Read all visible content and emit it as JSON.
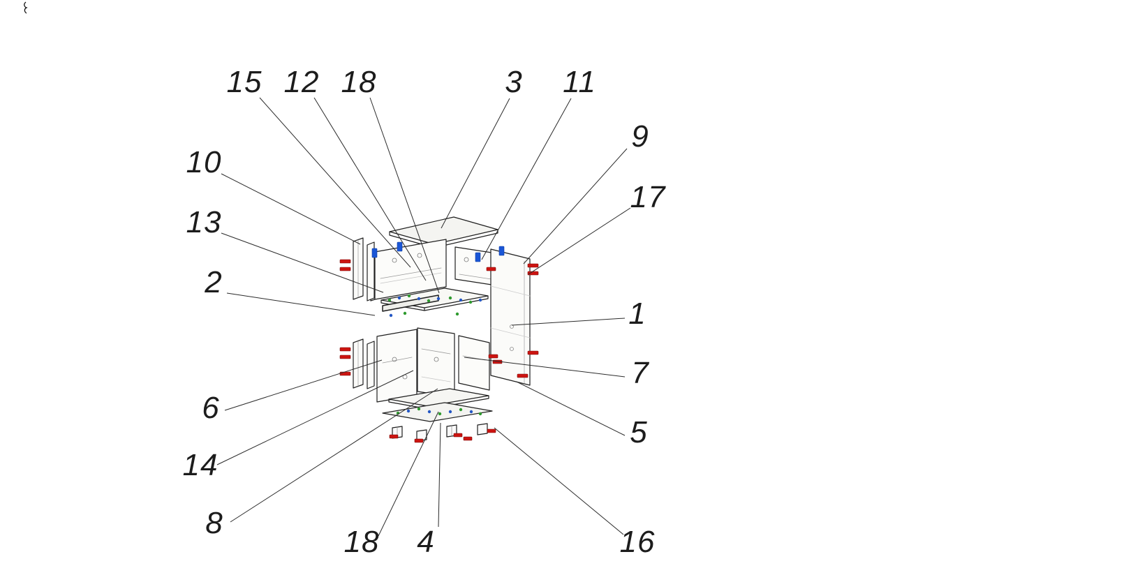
{
  "page": {
    "background": "#ffffff",
    "kind": "technical exploded-view assembly drawing of a cabinet with numbered part callouts"
  },
  "diagram": {
    "type": "exploded-assembly",
    "colors": {
      "line": "#1f1f1f",
      "panel_fill": "#f6f6f3",
      "fastener_red": "#cc1411",
      "hinge_blue": "#1a56d6",
      "dowel_green": "#2e9a2e",
      "dowel_blue": "#2457c5"
    },
    "callouts": [
      {
        "label": "15"
      },
      {
        "label": "12"
      },
      {
        "label": "18"
      },
      {
        "label": "3"
      },
      {
        "label": "11"
      },
      {
        "label": "9"
      },
      {
        "label": "17"
      },
      {
        "label": "10"
      },
      {
        "label": "13"
      },
      {
        "label": "2"
      },
      {
        "label": "1"
      },
      {
        "label": "7"
      },
      {
        "label": "5"
      },
      {
        "label": "6"
      },
      {
        "label": "14"
      },
      {
        "label": "8"
      },
      {
        "label": "18"
      },
      {
        "label": "4"
      },
      {
        "label": "16"
      }
    ]
  }
}
